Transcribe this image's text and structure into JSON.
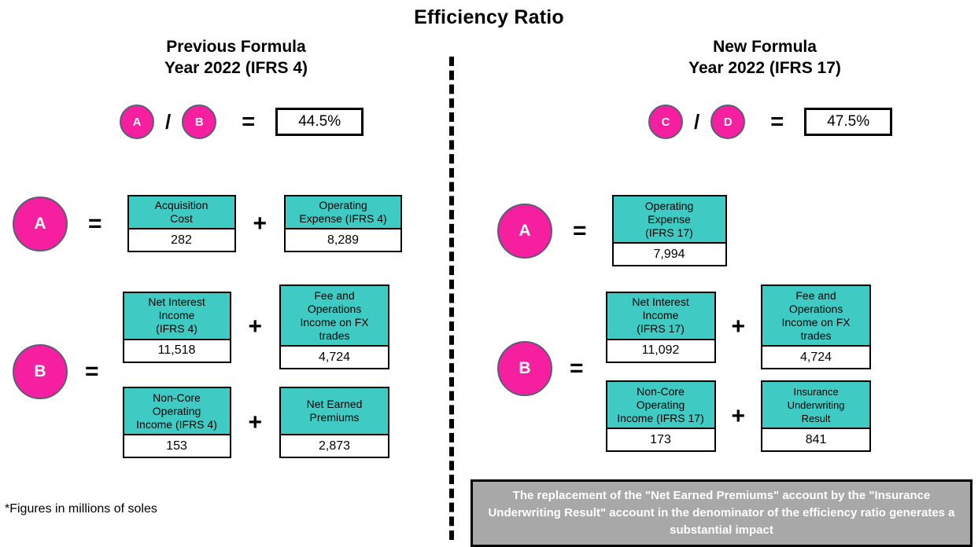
{
  "title": "Efficiency Ratio",
  "footnote": "*Figures in millions of soles",
  "colors": {
    "teal": "#3FCBC4",
    "magenta": "#F51FA0",
    "circle_border": "#5C5C79",
    "callout_bg": "#A8A8A8",
    "text": "#000000"
  },
  "symbols": {
    "slash": "/",
    "equals": "=",
    "plus": "+"
  },
  "panels": {
    "previous": {
      "heading": "Previous Formula\nYear 2022 (IFRS 4)",
      "ratio": {
        "numerator_label": "A",
        "denominator_label": "B",
        "result": "44.5%"
      },
      "groups": [
        {
          "label": "A",
          "terms": [
            {
              "name": "Acquisition\nCost",
              "value": "282"
            },
            {
              "name": "Operating\nExpense (IFRS 4)",
              "value": "8,289"
            }
          ]
        },
        {
          "label": "B",
          "rows": [
            [
              {
                "name": "Net Interest\nIncome\n(IFRS 4)",
                "value": "11,518"
              },
              {
                "name": "Fee and\nOperations\nIncome on FX\ntrades",
                "value": "4,724"
              }
            ],
            [
              {
                "name": "Non-Core\nOperating\nIncome (IFRS 4)",
                "value": "153"
              },
              {
                "name": "Net Earned\nPremiums",
                "value": "2,873"
              }
            ]
          ]
        }
      ]
    },
    "new": {
      "heading": "New Formula\nYear 2022 (IFRS 17)",
      "ratio": {
        "numerator_label": "C",
        "denominator_label": "D",
        "result": "47.5%"
      },
      "groups": [
        {
          "label": "A",
          "terms": [
            {
              "name": "Operating\nExpense\n(IFRS 17)",
              "value": "7,994"
            }
          ]
        },
        {
          "label": "B",
          "rows": [
            [
              {
                "name": "Net Interest\nIncome\n(IFRS 17)",
                "value": "11,092"
              },
              {
                "name": "Fee and\nOperations\nIncome on FX\ntrades",
                "value": "4,724"
              }
            ],
            [
              {
                "name": "Non-Core\nOperating\nIncome (IFRS 17)",
                "value": "173"
              },
              {
                "name": "Insurance\nUnderwriting\nResult",
                "value": "841"
              }
            ]
          ]
        }
      ]
    }
  },
  "callout": {
    "text": "The replacement of the \"Net Earned Premiums\" account by the \"Insurance Underwriting Result\" account in the denominator of the efficiency ratio generates a substantial impact"
  }
}
